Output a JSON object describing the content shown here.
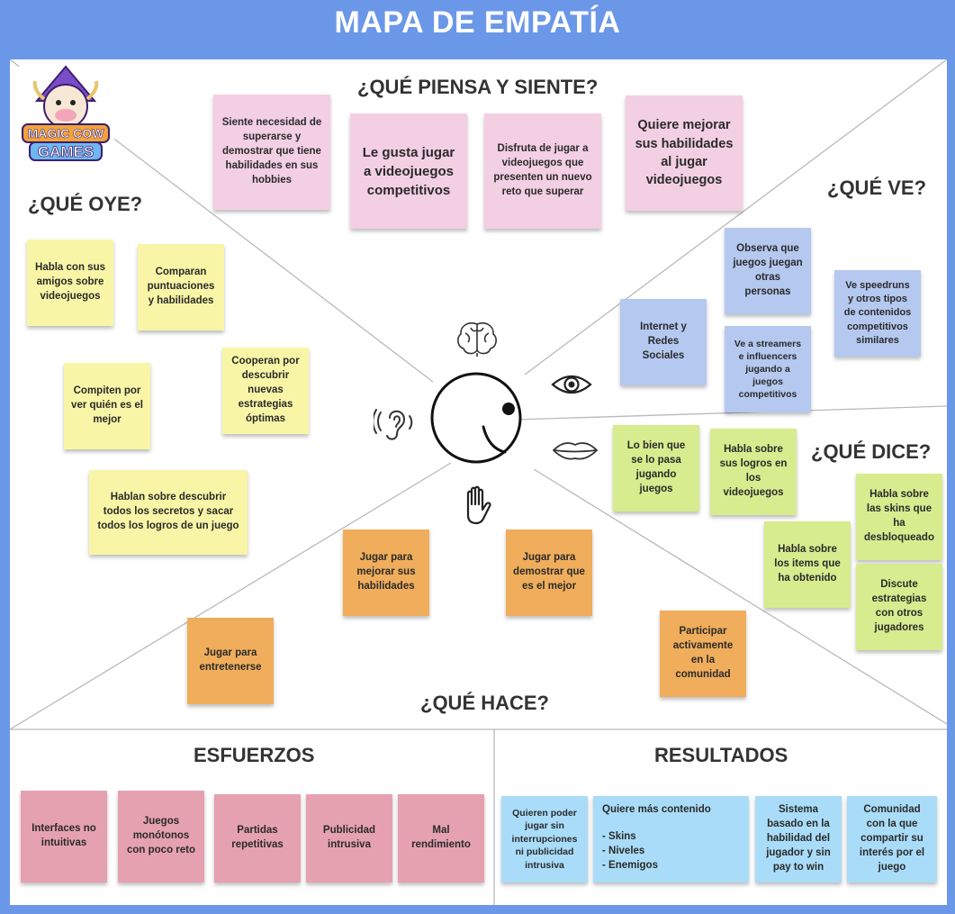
{
  "title": "MAPA DE EMPATÍA",
  "logo": {
    "line1": "MAGIC COW",
    "line2": "GAMES"
  },
  "sections": {
    "piensa": "¿QUÉ PIENSA Y SIENTE?",
    "oye": "¿QUÉ OYE?",
    "ve": "¿QUÉ VE?",
    "dice": "¿QUÉ DICE?",
    "hace": "¿QUÉ HACE?",
    "esfuerzos": "ESFUERZOS",
    "resultados": "RESULTADOS"
  },
  "piensa_notes": [
    "Siente necesidad de superarse y demostrar que tiene habilidades en sus hobbies",
    "Le gusta jugar a videojuegos competitivos",
    "Disfruta de jugar a videojuegos que presenten un nuevo reto que superar",
    "Quiere mejorar sus habilidades al jugar videojuegos"
  ],
  "oye_notes": [
    "Habla con sus amigos sobre videojuegos",
    "Comparan puntuaciones y habilidades",
    "Compiten por ver quién es el mejor",
    "Cooperan por descubrir nuevas estrategias óptimas",
    "Hablan sobre descubrir todos los secretos y sacar todos los logros de un juego"
  ],
  "ve_notes": [
    "Observa que juegos juegan otras personas",
    "Ve speedruns y otros tipos de contenidos competitivos similares",
    "Internet y Redes Sociales",
    "Ve a streamers e influencers jugando a juegos competitivos"
  ],
  "dice_notes": [
    "Lo bien que se lo pasa jugando juegos",
    "Habla sobre sus logros en los videojuegos",
    "Habla sobre las skins que ha desbloqueado",
    "Habla sobre los items que ha obtenido",
    "Discute estrategias con otros jugadores"
  ],
  "hace_notes": [
    "Jugar para mejorar sus habilidades",
    "Jugar para demostrar que es el mejor",
    "Jugar para entretenerse",
    "Participar activamente en la comunidad"
  ],
  "esfuerzos_notes": [
    "Interfaces no intuitivas",
    "Juegos monótonos con poco reto",
    "Partidas repetitivas",
    "Publicidad intrusiva",
    "Mal rendimiento"
  ],
  "resultados_notes": {
    "n1": "Quieren poder jugar sin interrupciones ni publicidad intrusiva",
    "n2_title": "Quiere más contenido",
    "n2_items": [
      "- Skins",
      "- Niveles",
      "- Enemigos"
    ],
    "n3": "Sistema basado en la habilidad del jugador y sin pay to win",
    "n4": "Comunidad con la que compartir su interés por el juego"
  },
  "icons": [
    "brain-icon",
    "eye-icon",
    "ear-icon",
    "mouth-icon",
    "hand-icon",
    "face-icon"
  ],
  "colors": {
    "background": "#6b97e8",
    "pink": "#f3cfe3",
    "yellow": "#f8f6a6",
    "blue": "#b4c8f0",
    "green": "#d6ec8e",
    "orange": "#f0ad5b",
    "red": "#e6a1b0",
    "sky": "#a9dcf8"
  }
}
